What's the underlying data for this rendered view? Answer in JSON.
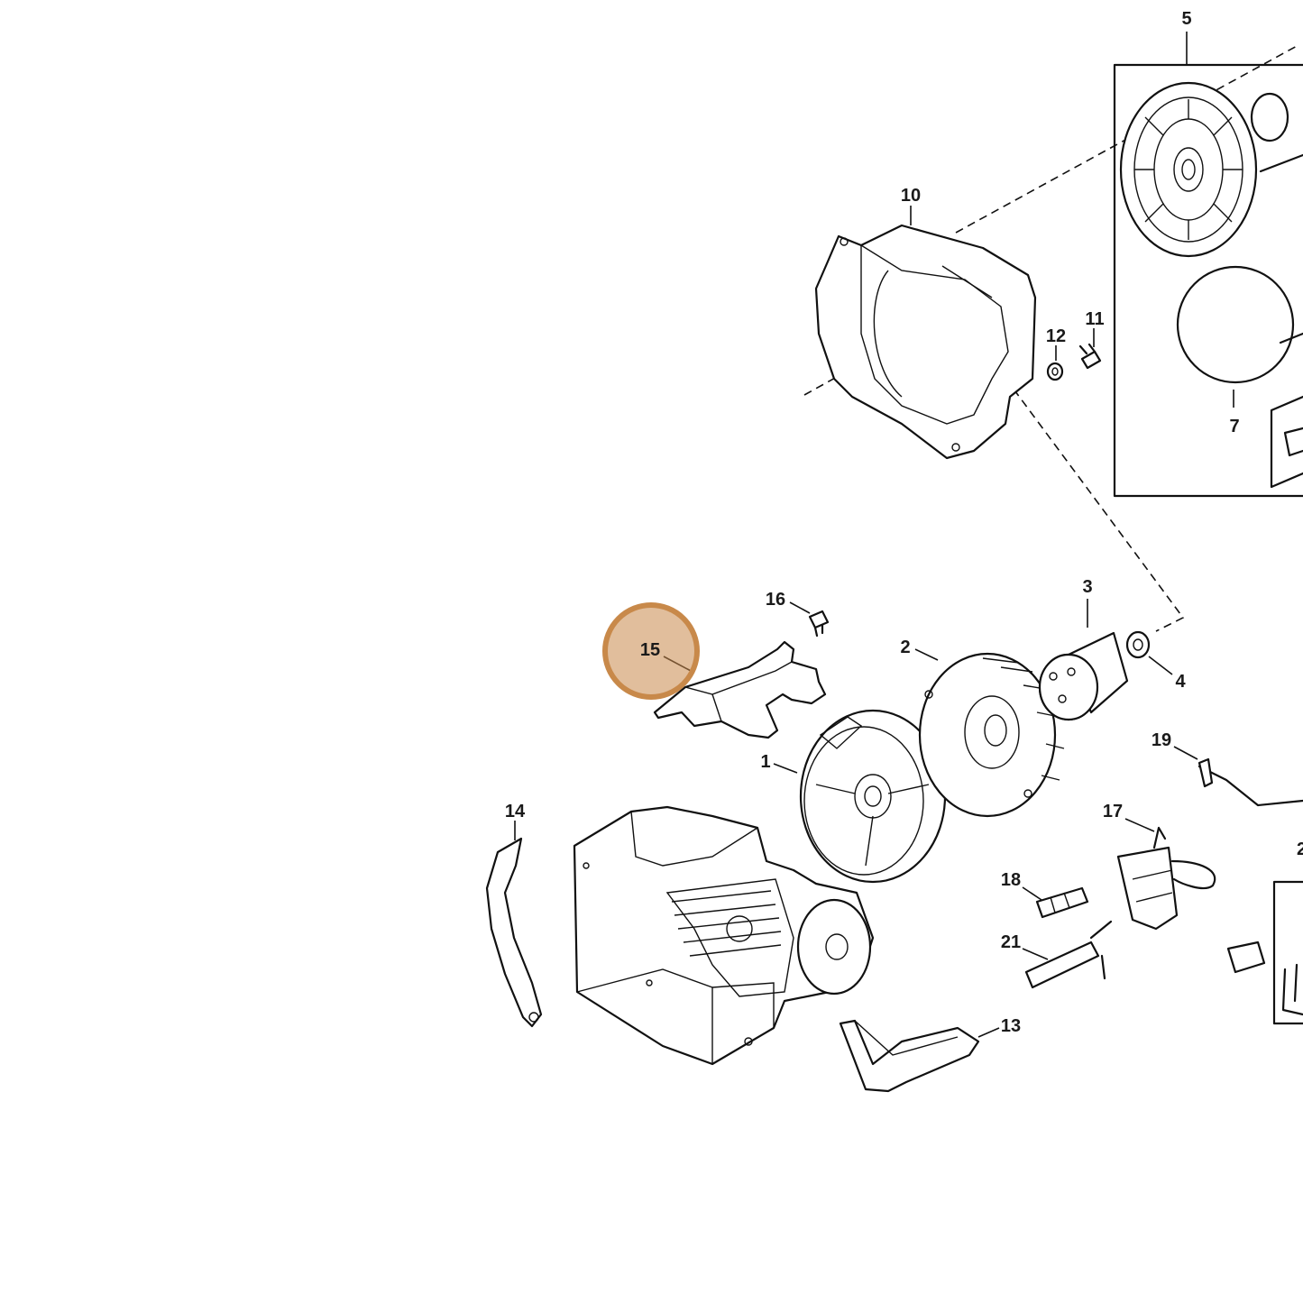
{
  "highlight_color": "#c8894a",
  "parts": {
    "p1": "1",
    "p2": "2",
    "p3": "3",
    "p4": "4",
    "p5": "5",
    "p7": "7",
    "p10": "10",
    "p11": "11",
    "p12": "12",
    "p13": "13",
    "p14": "14",
    "p15": "15",
    "p16": "16",
    "p17": "17",
    "p18": "18",
    "p19": "19",
    "p21": "21",
    "p2x": "2"
  }
}
